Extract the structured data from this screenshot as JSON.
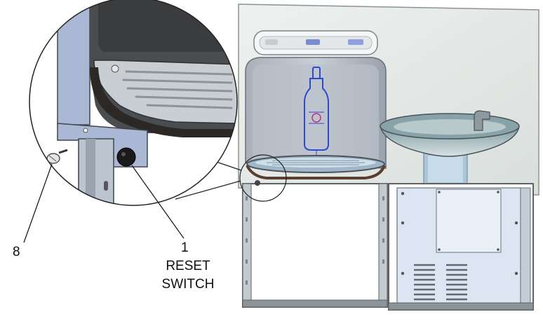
{
  "callouts": {
    "fastener_number": "8",
    "switch_number": "1",
    "switch_label_line1": "RESET",
    "switch_label_line2": "SWITCH"
  },
  "panel_buttons": {
    "left": "",
    "middle": "",
    "right": ""
  },
  "colors": {
    "wall": "#e6ebe8",
    "cabinet_metal": "#c5ccd6",
    "panel_blue": "#dce6f2",
    "bottle_outline": "#2d49d6",
    "reset_button": "#1a1a1a"
  }
}
